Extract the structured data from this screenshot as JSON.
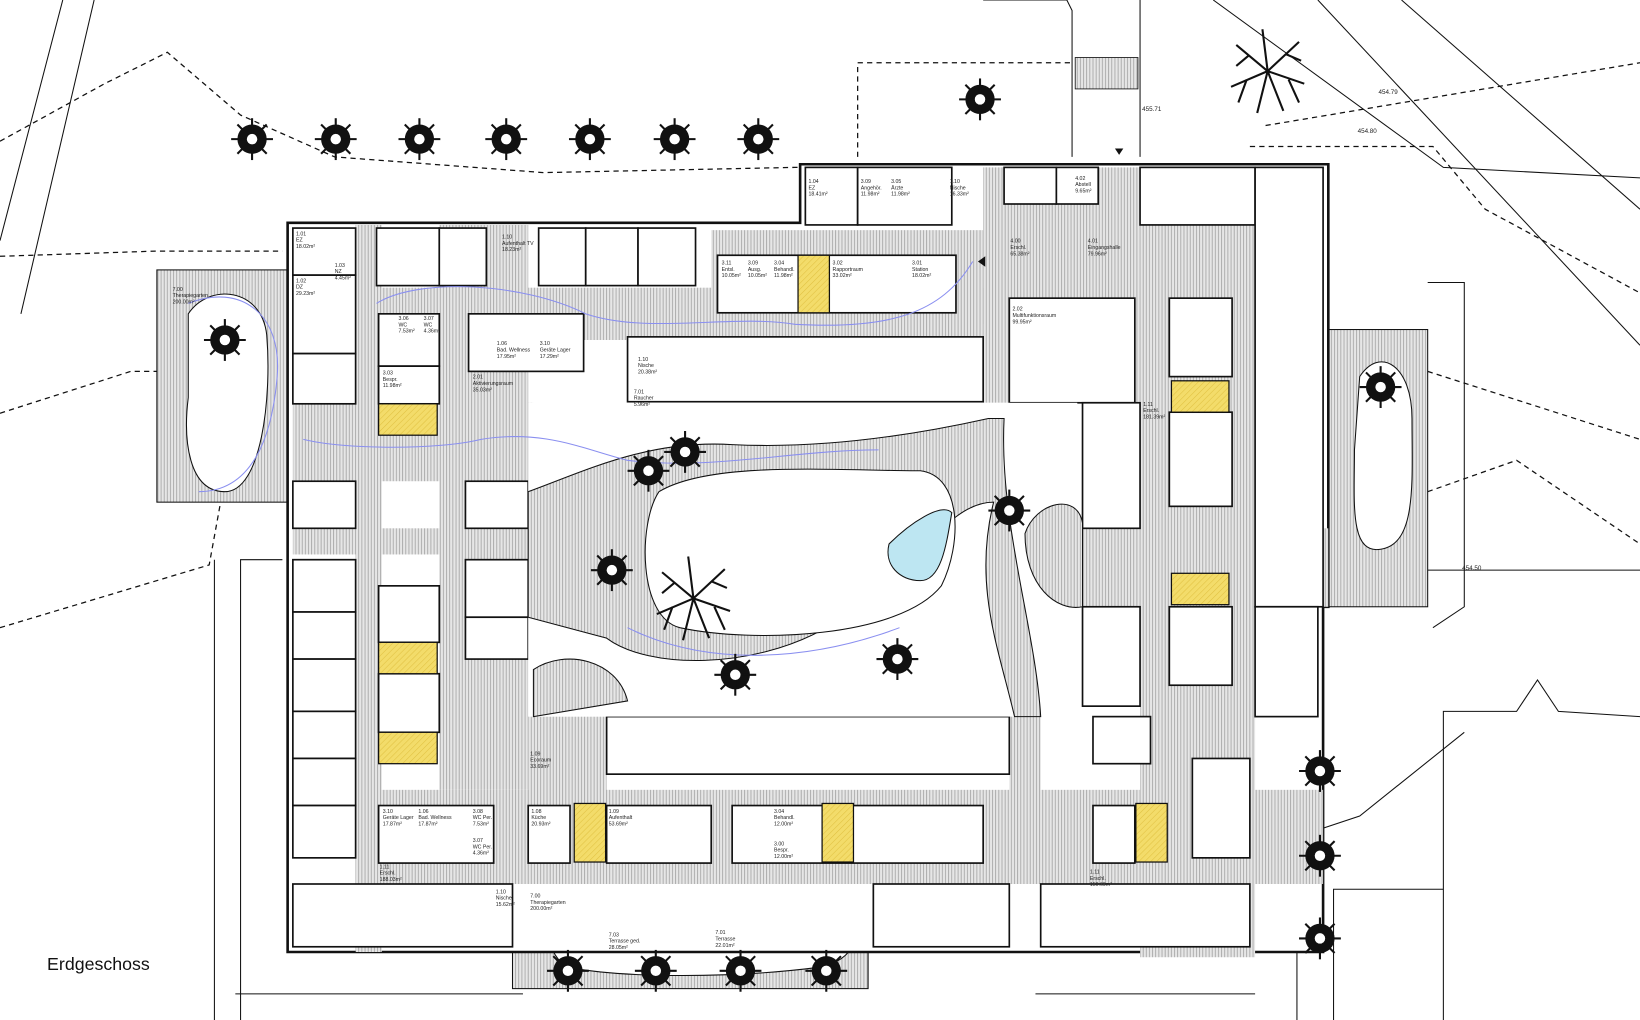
{
  "drawing": {
    "title": "Erdgeschoss",
    "accent_yellow": "#f3dc6a",
    "path_color": "#8a8ff0"
  },
  "elevations": [
    "455.71",
    "454.79",
    "454.80",
    "454.50"
  ],
  "rooms": [
    {
      "code": "1.01",
      "name": "EZ",
      "area": "18.02m²"
    },
    {
      "code": "1.02",
      "name": "DZ",
      "area": "29.23m²"
    },
    {
      "code": "1.03",
      "name": "NZ",
      "area": "4.45m²"
    },
    {
      "code": "1.10",
      "name": "Aufenthalt TV",
      "area": "18.23m²"
    },
    {
      "code": "3.06",
      "name": "WC",
      "area": "7.53m²"
    },
    {
      "code": "3.07",
      "name": "WC",
      "area": "4.36m²"
    },
    {
      "code": "3.03",
      "name": "Bespr.",
      "area": "11.98m²"
    },
    {
      "code": "1.06",
      "name": "Bad. Wellness",
      "area": "17.95m²"
    },
    {
      "code": "3.10",
      "name": "Geräte Lager",
      "area": "17.29m²"
    },
    {
      "code": "2.01",
      "name": "Aktivierungsraum",
      "area": "35.03m²"
    },
    {
      "code": "1.10",
      "name": "Nische",
      "area": "20.38m²"
    },
    {
      "code": "7.01",
      "name": "Raucher",
      "area": "5.96m²"
    },
    {
      "code": "1.04",
      "name": "EZ",
      "area": "18.41m²"
    },
    {
      "code": "3.09",
      "name": "Angehör.",
      "area": "11.98m²"
    },
    {
      "code": "3.05",
      "name": "Ärzte",
      "area": "11.98m²"
    },
    {
      "code": "1.10",
      "name": "Nische",
      "area": "16.33m²"
    },
    {
      "code": "3.11",
      "name": "Entsl.",
      "area": "10.05m²"
    },
    {
      "code": "3.09",
      "name": "Ausg.",
      "area": "10.05m²"
    },
    {
      "code": "3.04",
      "name": "Behandl.",
      "area": "11.98m²"
    },
    {
      "code": "3.02",
      "name": "Rapportraum",
      "area": "33.02m²"
    },
    {
      "code": "3.01",
      "name": "Station",
      "area": "18.02m²"
    },
    {
      "code": "4.00",
      "name": "Erschl.",
      "area": "65.38m²"
    },
    {
      "code": "4.01",
      "name": "Eingangshalle",
      "area": "79.96m²"
    },
    {
      "code": "4.02",
      "name": "Abstell",
      "area": "9.65m²"
    },
    {
      "code": "2.02",
      "name": "Multifunktionsraum",
      "area": "99.95m²"
    },
    {
      "code": "7.00",
      "name": "Therapiegarten",
      "area": "200.00m²"
    },
    {
      "code": "1.11",
      "name": "Erschl.",
      "area": "188.03m²"
    },
    {
      "code": "3.10",
      "name": "Geräte Lager",
      "area": "17.87m²"
    },
    {
      "code": "1.06",
      "name": "Bad. Wellness",
      "area": "17.87m²"
    },
    {
      "code": "3.08",
      "name": "WC Per.",
      "area": "7.53m²"
    },
    {
      "code": "3.07",
      "name": "WC Per.",
      "area": "4.36m²"
    },
    {
      "code": "1.08",
      "name": "Küche",
      "area": "20.93m²"
    },
    {
      "code": "1.09",
      "name": "Aufenthalt",
      "area": "53.69m²"
    },
    {
      "code": "7.03",
      "name": "Terrasse ged.",
      "area": "28.05m²"
    },
    {
      "code": "7.01",
      "name": "Terrasse",
      "area": "22.01m²"
    },
    {
      "code": "3.00",
      "name": "Bespr.",
      "area": "12.00m²"
    },
    {
      "code": "3.04",
      "name": "Behandl.",
      "area": "12.00m²"
    },
    {
      "code": "1.10",
      "name": "Nische",
      "area": "15.62m²"
    },
    {
      "code": "1.11",
      "name": "Erschl.",
      "area": "181.39m²"
    },
    {
      "code": "1.11",
      "name": "Erschl.",
      "area": "150.69m²"
    },
    {
      "code": "7.00",
      "name": "Therapiegarten",
      "area": "200.00m²"
    },
    {
      "code": "1.09",
      "name": "Ecoraum",
      "area": "33.69m²"
    }
  ]
}
